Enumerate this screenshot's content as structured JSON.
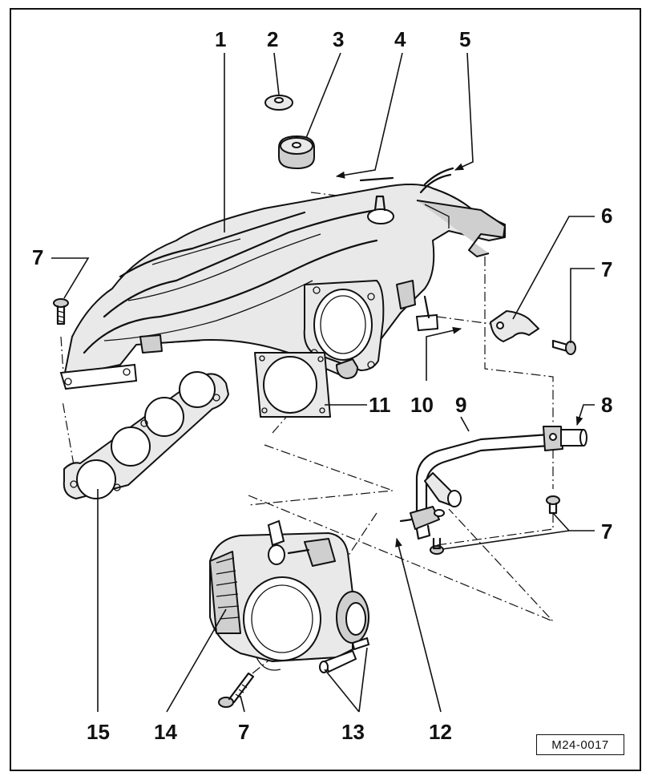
{
  "diagram": {
    "callouts": [
      "1",
      "2",
      "3",
      "4",
      "5",
      "6",
      "7",
      "7",
      "8",
      "9",
      "7",
      "10",
      "11",
      "12",
      "13",
      "14",
      "7",
      "15"
    ],
    "reference": "M24-0017"
  }
}
